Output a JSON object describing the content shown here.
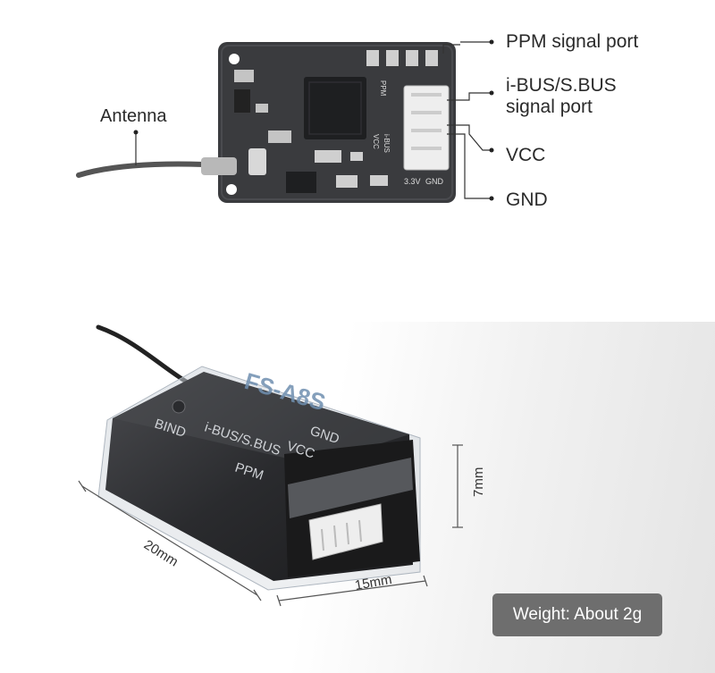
{
  "labels": {
    "antenna": "Antenna",
    "ppm_port": "PPM signal port",
    "ibus_line1": "i-BUS/S.BUS",
    "ibus_line2": "signal port",
    "vcc": "VCC",
    "gnd": "GND"
  },
  "board_silkscreen": {
    "ppm": "PPM",
    "v33": "3.3V",
    "gnd": "GND",
    "vcc": "VCC",
    "ibus": "i-BUS"
  },
  "case_labels": {
    "model": "FS-A8S",
    "gnd": "GND",
    "vcc": "VCC",
    "ibus": "i-BUS/S.BUS",
    "ppm": "PPM",
    "bind": "BIND"
  },
  "dimensions": {
    "length": "20mm",
    "width": "15mm",
    "height": "7mm"
  },
  "weight": "Weight: About 2g",
  "colors": {
    "pcb": "#3a3b3e",
    "case": "#2c2d30",
    "badge": "#6e6e6e"
  }
}
